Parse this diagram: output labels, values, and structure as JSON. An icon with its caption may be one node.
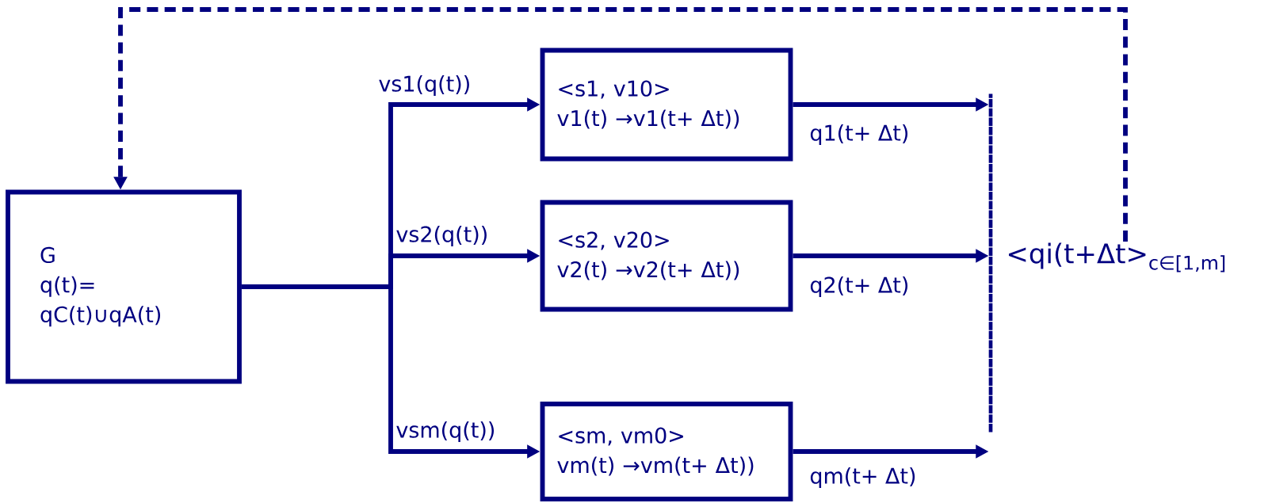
{
  "diagram": {
    "nodes": [
      {
        "text": [
          "G",
          "q(t)= qC(t)∪qA(t)"
        ]
      },
      {
        "text": [
          "<s1, v10>",
          "v1(t) →v1(t+ Δt))"
        ]
      },
      {
        "text": [
          "<s2, v20>",
          "v2(t) →v2(t+ Δt))"
        ]
      },
      {
        "text": [
          "<sm, vm0>",
          "vm(t) →vm(t+ Δt))"
        ]
      },
      {
        "text": [],
        "shape": "bar"
      },
      {
        "text": [
          "<qi(t+Δt>$_{c∈[1,m]}$"
        ]
      }
    ],
    "edges": [
      {
        "from": 0,
        "to": 1,
        "arrow": "to",
        "label": "vs1(q(t))"
      },
      {
        "from": 0,
        "to": 2,
        "arrow": "to",
        "label": "vs2(q(t))"
      },
      {
        "from": 0,
        "to": 3,
        "arrow": "to",
        "label": "vsm(q(t))"
      },
      {
        "from": 1,
        "to": 4,
        "arrow": "to",
        "label": "q1(t+ Δt)"
      },
      {
        "from": 2,
        "to": 4,
        "arrow": "to",
        "label": "q2(t+ Δt)"
      },
      {
        "from": 3,
        "to": 4,
        "arrow": "to",
        "label": "qm(t+ Δt)"
      },
      {
        "from": 5,
        "to": 0,
        "arrow": "to",
        "style": "dashed"
      }
    ]
  }
}
